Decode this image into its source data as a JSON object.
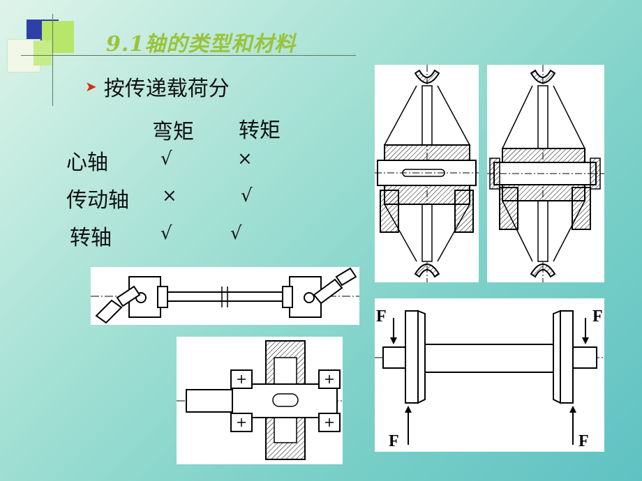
{
  "slide": {
    "title": "9.1轴的类型和材料",
    "bullet": "按传递载荷分"
  },
  "table": {
    "col_bending": "弯矩",
    "col_torque": "转矩",
    "rows": [
      {
        "name": "心轴",
        "bending": "√",
        "torque": "×"
      },
      {
        "name": "传动轴",
        "bending": "×",
        "torque": "√"
      },
      {
        "name": "转轴",
        "bending": "√",
        "torque": "√"
      }
    ]
  },
  "figures": {
    "force_label": "F"
  },
  "colors": {
    "title": "#9ac33a",
    "arrow": "#d03010"
  }
}
